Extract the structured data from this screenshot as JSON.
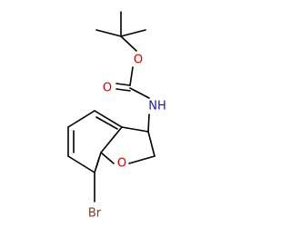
{
  "molecule": {
    "atoms": {
      "oxygen_ester": "O",
      "oxygen_carbonyl": "O",
      "nitrogen": "NH",
      "oxygen_ring": "O",
      "bromine": "Br"
    },
    "colors": {
      "bond": "#000000",
      "oxygen": "#d40000",
      "nitrogen": "#1a1aa6",
      "bromine": "#8b3a1e"
    }
  }
}
